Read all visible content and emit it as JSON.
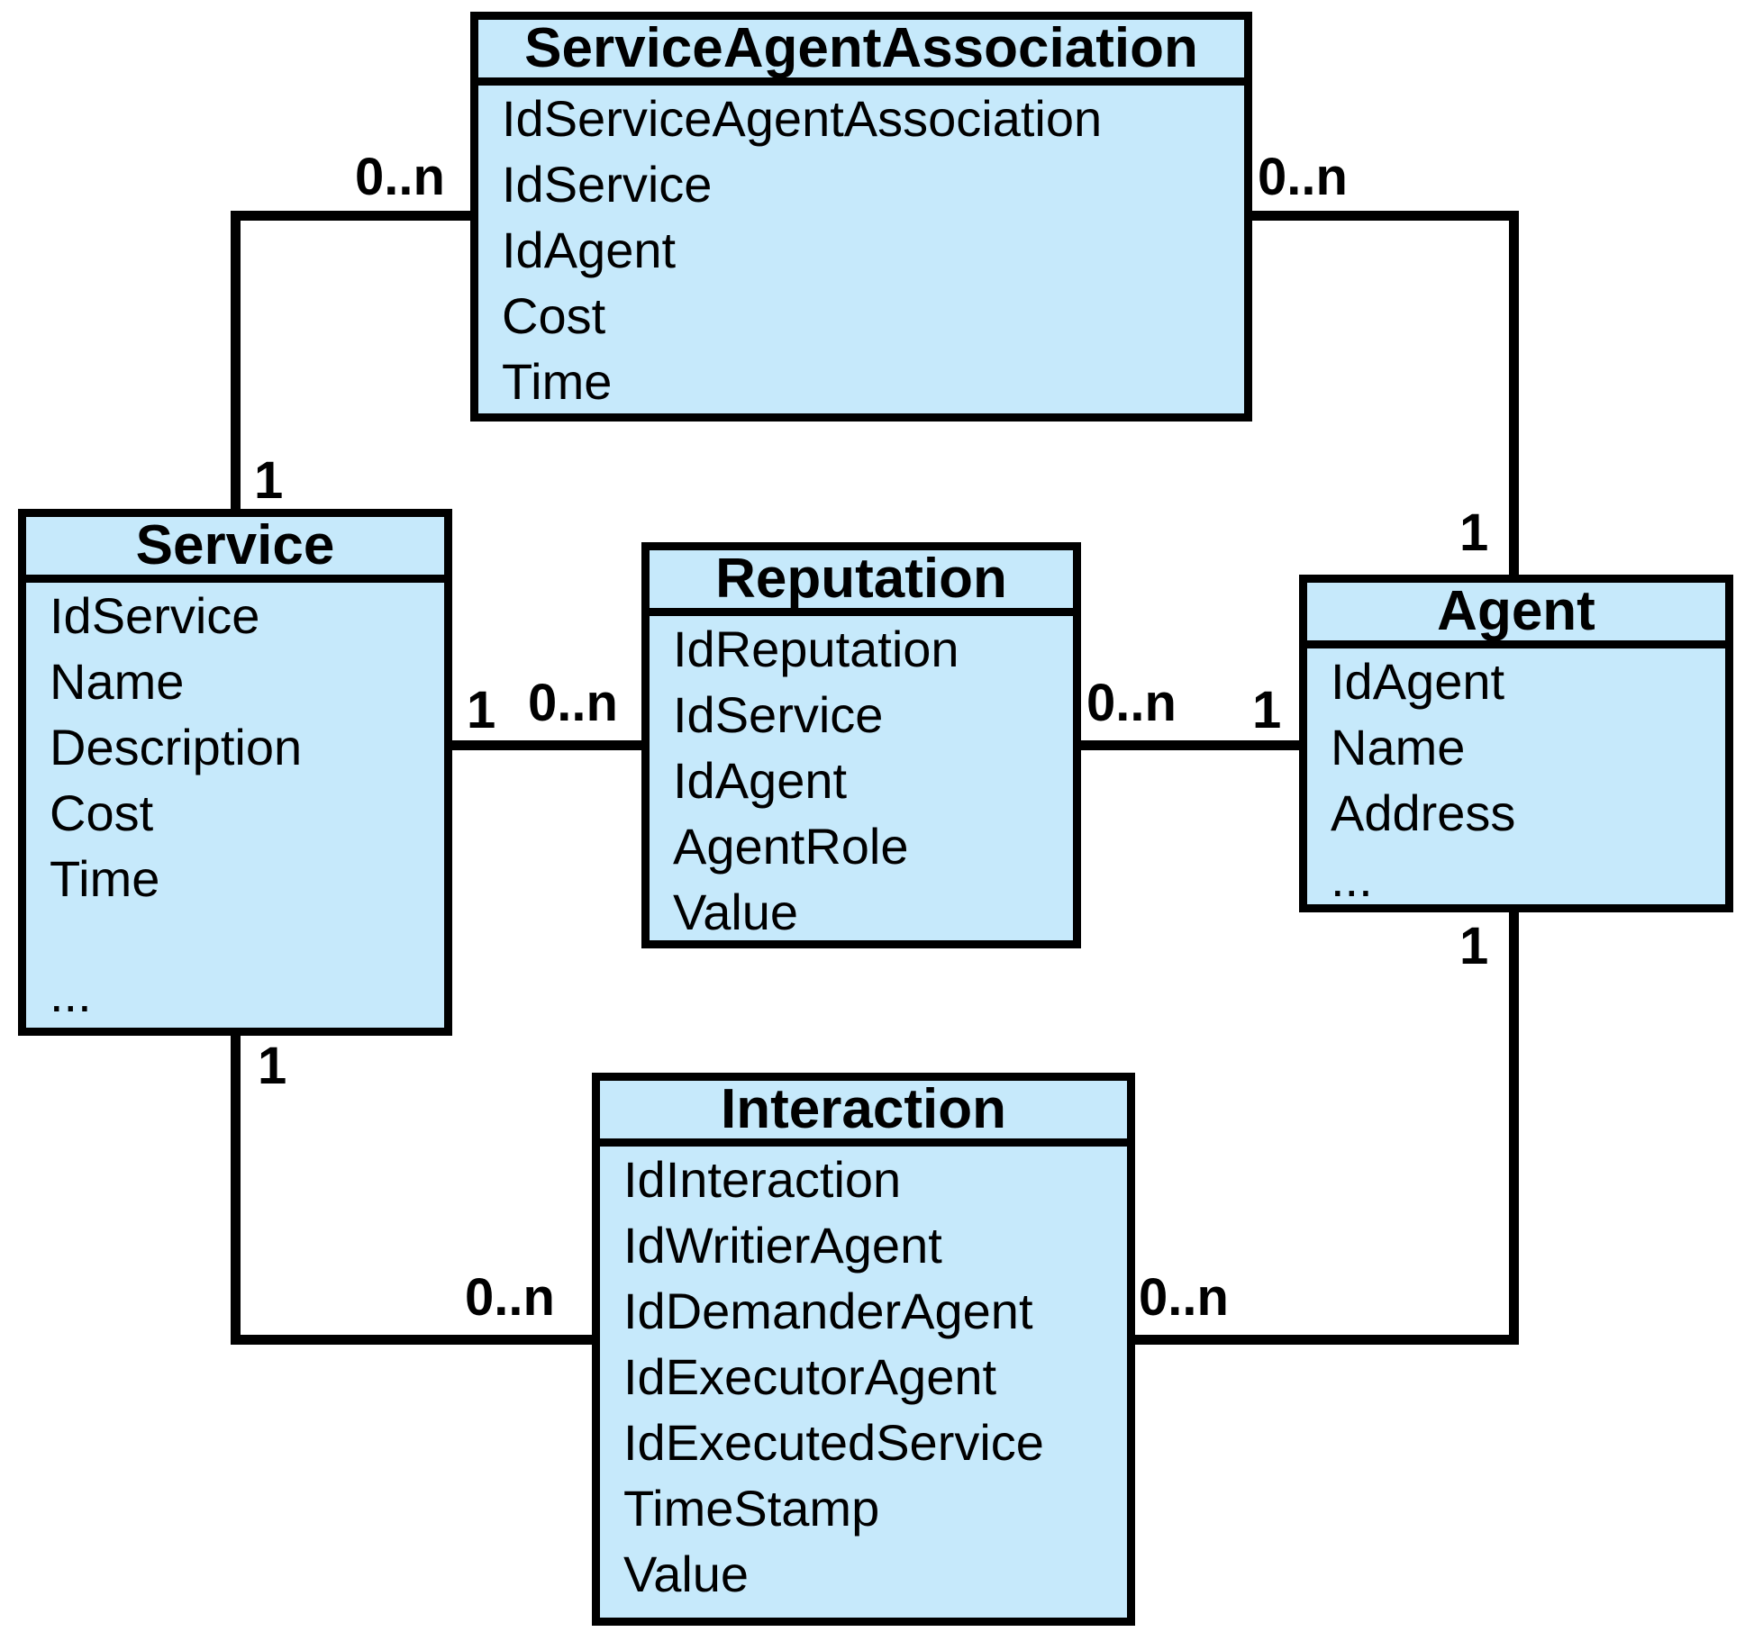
{
  "diagram": {
    "background_color": "#ffffff",
    "entity_fill_color": "#c6e9fb",
    "line_color": "#000000"
  },
  "entities": {
    "service_agent_association": {
      "title": "ServiceAgentAssociation",
      "fields": [
        "IdServiceAgentAssociation",
        "IdService",
        "IdAgent",
        "Cost",
        "Time"
      ]
    },
    "service": {
      "title": "Service",
      "fields": [
        "IdService",
        "Name",
        "Description",
        "Cost",
        "Time",
        "..."
      ]
    },
    "reputation": {
      "title": "Reputation",
      "fields": [
        "IdReputation",
        "IdService",
        "IdAgent",
        "AgentRole",
        "Value"
      ]
    },
    "agent": {
      "title": "Agent",
      "fields": [
        "IdAgent",
        "Name",
        "Address",
        "..."
      ]
    },
    "interaction": {
      "title": "Interaction",
      "fields": [
        "IdInteraction",
        "IdWritierAgent",
        "IdDemanderAgent",
        "IdExecutorAgent",
        "IdExecutedService",
        "TimeStamp",
        "Value"
      ]
    }
  },
  "relationships": [
    {
      "from": "Service",
      "to": "ServiceAgentAssociation",
      "from_card": "1",
      "to_card": "0..n"
    },
    {
      "from": "Agent",
      "to": "ServiceAgentAssociation",
      "from_card": "1",
      "to_card": "0..n"
    },
    {
      "from": "Service",
      "to": "Reputation",
      "from_card": "1",
      "to_card": "0..n"
    },
    {
      "from": "Agent",
      "to": "Reputation",
      "from_card": "1",
      "to_card": "0..n"
    },
    {
      "from": "Service",
      "to": "Interaction",
      "from_card": "1",
      "to_card": "0..n"
    },
    {
      "from": "Agent",
      "to": "Interaction",
      "from_card": "1",
      "to_card": "0..n"
    }
  ]
}
